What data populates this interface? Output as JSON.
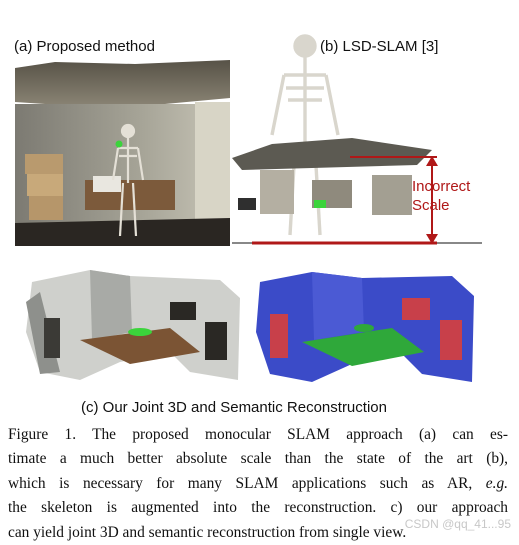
{
  "panels": {
    "a_label": "(a) Proposed method",
    "b_label": "(b) LSD-SLAM [3]",
    "c_label": "(c) Our Joint 3D and Semantic Reconstruction",
    "incorrect_line1": "Incorrect",
    "incorrect_line2": "Scale"
  },
  "caption": {
    "line1": "Figure 1. The proposed monocular SLAM approach (a) can es-",
    "line2": "timate a much better absolute scale than the state of the art (b),",
    "line3a": "which is necessary for many SLAM applications such as AR, ",
    "line3b": "e.g",
    "line3c": ".",
    "line4": "the skeleton is augmented into the reconstruction. c) our approach",
    "line5": "can yield joint 3D and semantic reconstruction from single view."
  },
  "watermark": "CSDN @qq_41...95",
  "colors": {
    "scale_red": "#b01818",
    "semantic_blue": "#3b4bc8",
    "semantic_green": "#2fa83a",
    "semantic_red": "#c8404a"
  }
}
